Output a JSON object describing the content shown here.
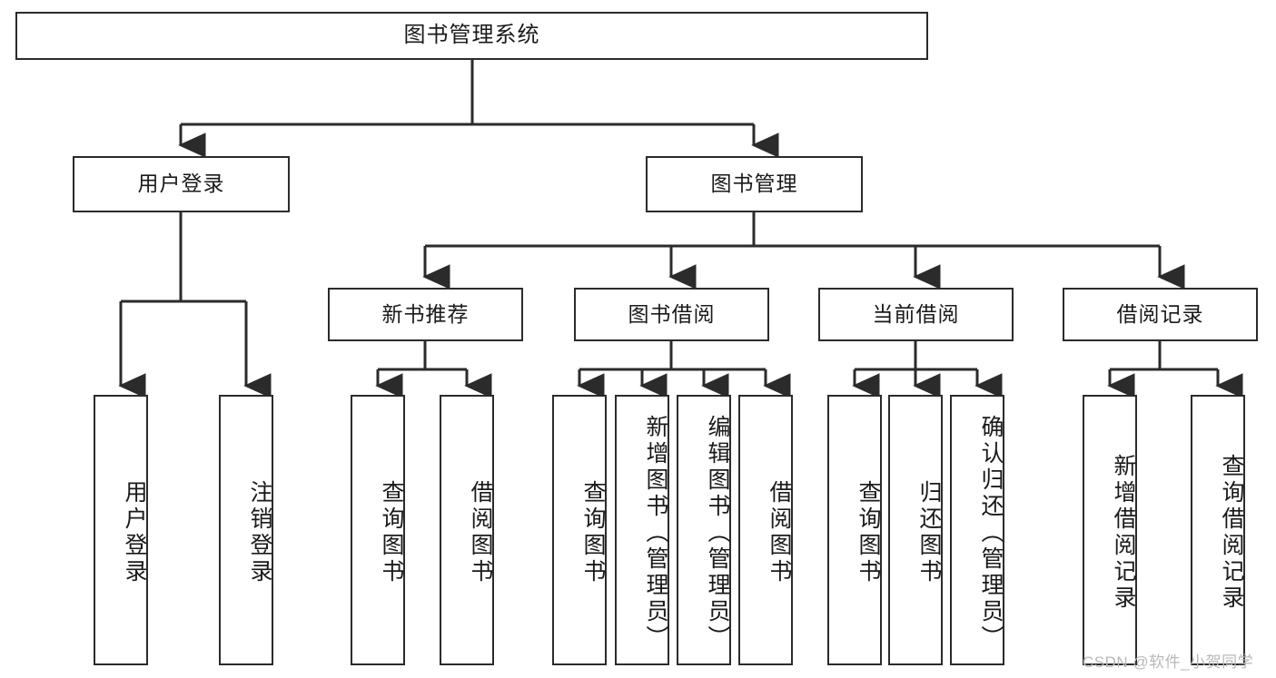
{
  "diagram": {
    "title_node": {
      "label": "图书管理系统"
    },
    "level2": [
      {
        "label": "用户登录"
      },
      {
        "label": "图书管理"
      }
    ],
    "level3": [
      {
        "label": "新书推荐"
      },
      {
        "label": "图书借阅"
      },
      {
        "label": "当前借阅"
      },
      {
        "label": "借阅记录"
      }
    ],
    "leaves": {
      "user_login": [
        {
          "label": "用户登录"
        },
        {
          "label": "注销登录"
        }
      ],
      "new_book_recommend": [
        {
          "label": "查询图书"
        },
        {
          "label": "借阅图书"
        }
      ],
      "book_borrow": [
        {
          "label": "查询图书"
        },
        {
          "label": "新增图书（管理员）"
        },
        {
          "label": "编辑图书（管理员）"
        },
        {
          "label": "借阅图书"
        }
      ],
      "current_borrow": [
        {
          "label": "查询图书"
        },
        {
          "label": "归还图书"
        },
        {
          "label": "确认归还（管理员）"
        }
      ],
      "borrow_record": [
        {
          "label": "新增借阅记录"
        },
        {
          "label": "查询借阅记录"
        }
      ]
    },
    "watermark": {
      "text": "CSDN @软件_小贺同学"
    },
    "colors": {
      "stroke": "#2b2b2b",
      "fill": "#ffffff",
      "text": "#1a1a1a",
      "watermark": "#b8b8b8"
    }
  }
}
